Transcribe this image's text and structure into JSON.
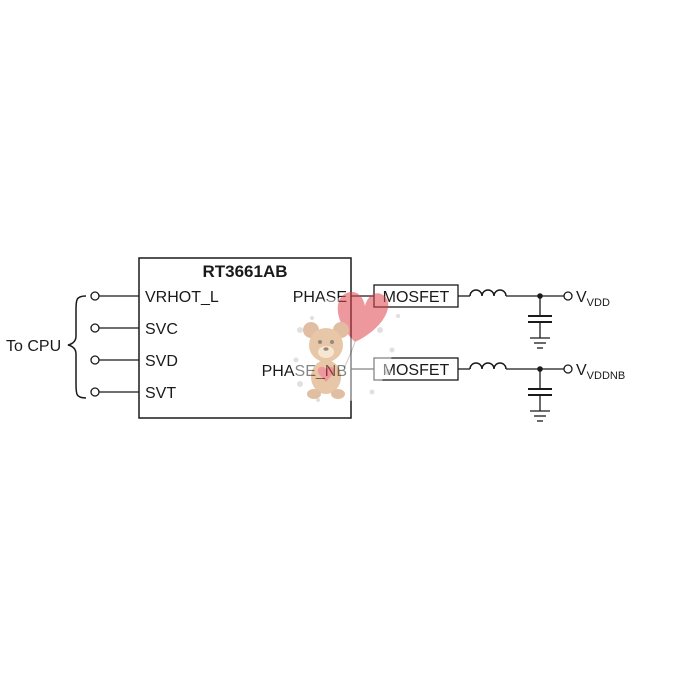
{
  "chip": {
    "name": "RT3661AB",
    "left_pins": [
      "VRHOT_L",
      "SVC",
      "SVD",
      "SVT"
    ],
    "right_pins": [
      "PHASE",
      "PHASE_NB"
    ]
  },
  "cpu_label": "To CPU",
  "outputs": [
    {
      "mosfet": "MOSFET",
      "rail_main": "V",
      "rail_sub": "VDD"
    },
    {
      "mosfet": "MOSFET",
      "rail_main": "V",
      "rail_sub": "VDDNB"
    }
  ],
  "colors": {
    "line": "#1a1a1a",
    "watermark_heart": "#e0454c",
    "watermark_bear": "#c98a55"
  },
  "icons": [
    "teddy-bear-heart-watermark"
  ]
}
